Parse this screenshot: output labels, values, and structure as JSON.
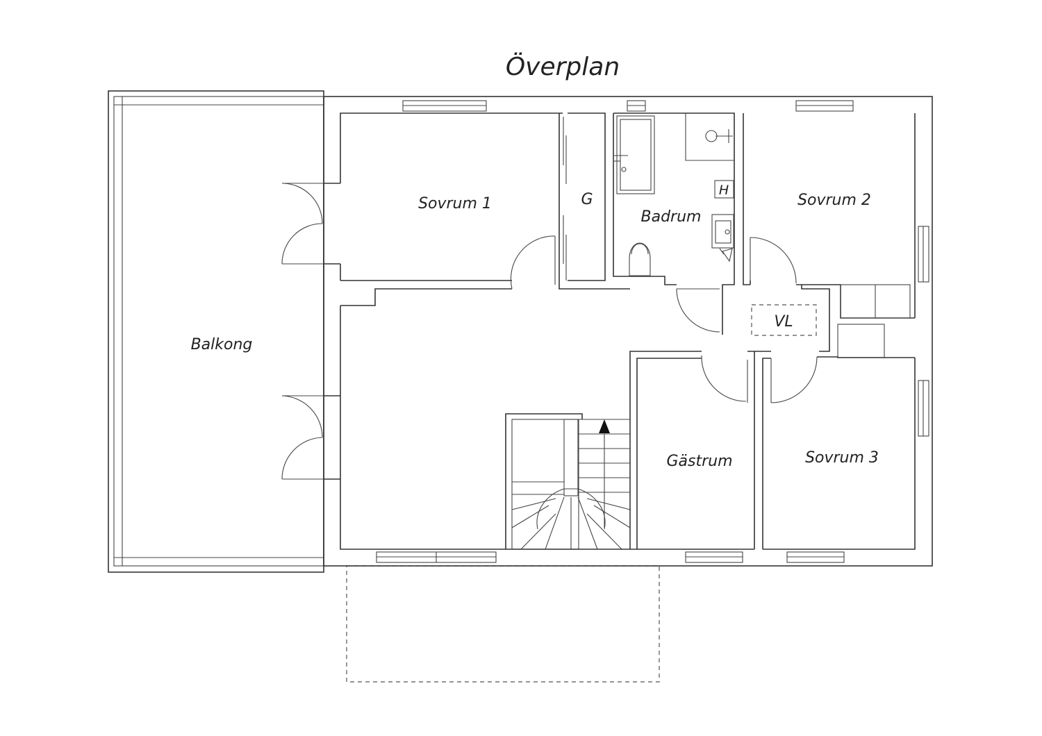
{
  "title": "Överplan",
  "rooms": {
    "sovrum1": "Sovrum 1",
    "garderob": "G",
    "badrum": "Badrum",
    "hatt": "H",
    "sovrum2": "Sovrum 2",
    "vl": "VL",
    "balkong": "Balkong",
    "gastrum": "Gästrum",
    "sovrum3": "Sovrum 3"
  },
  "icons": [
    "bathtub-icon",
    "shower-icon",
    "sink-icon",
    "toilet-icon",
    "staircase-icon",
    "stair-direction-arrow-icon"
  ]
}
